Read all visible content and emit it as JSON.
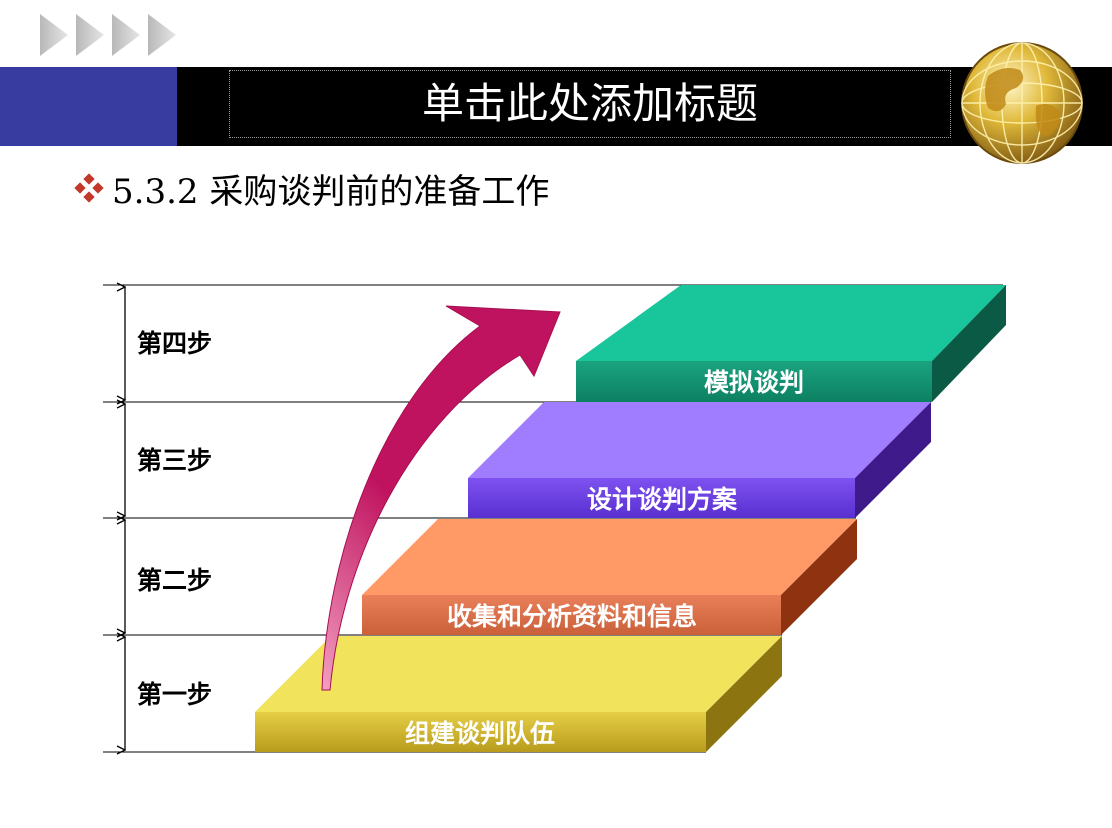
{
  "slide": {
    "title": "单击此处添加标题",
    "subtitle": "5.3.2 采购谈判前的准备工作"
  },
  "steps": [
    {
      "label": "第四步",
      "stair": "模拟谈判"
    },
    {
      "label": "第三步",
      "stair": "设计谈判方案"
    },
    {
      "label": "第二步",
      "stair": "收集和分析资料和信息"
    },
    {
      "label": "第一步",
      "stair": "组建谈判队伍"
    }
  ],
  "colors": {
    "title_accent": "#383ba0",
    "bullet": "#c0392b",
    "arrow": "#c0135f",
    "stair_4": "#19c59a",
    "stair_3": "#a07cff",
    "stair_2": "#ff9a66",
    "stair_1": "#f2e35c"
  },
  "icons": {
    "decoration": "chevron-arrows-icon",
    "logo": "globe-icon",
    "bullet": "diamond-bullet-icon"
  }
}
